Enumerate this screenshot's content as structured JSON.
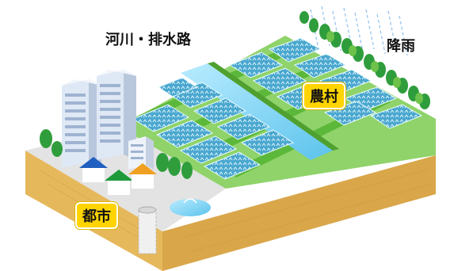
{
  "labels": {
    "river": "河川・排水路",
    "rain": "降雨",
    "village": "農村",
    "city": "都市"
  },
  "colors": {
    "soil_top": "#f5d98a",
    "soil_front": "#e6b85c",
    "soil_side": "#d9a64a",
    "grass": "#8fd36a",
    "grass_dark": "#5cb83a",
    "paddy": "#5fb8d8",
    "water": "#7fd2f2",
    "badge": "#ffd400",
    "building": "#dfe8f5",
    "tree": "#2f9d3c"
  },
  "icons": [
    "rain-streaks",
    "tree",
    "building",
    "house",
    "water-pond",
    "storage-tank"
  ]
}
